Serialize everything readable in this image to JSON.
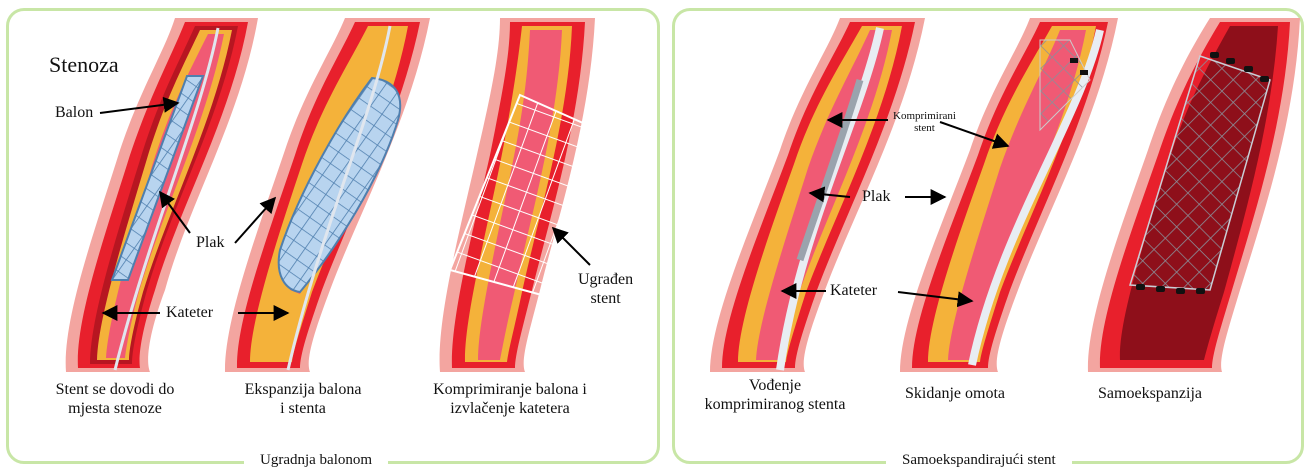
{
  "left_panel": {
    "caption": "Ugradnja balonom",
    "title": "Stenoza",
    "labels": {
      "balon": "Balon",
      "plak": "Plak",
      "kateter": "Kateter",
      "ugraden_line1": "Ugrađen",
      "ugraden_line2": "stent"
    },
    "steps": [
      {
        "line1": "Stent se dovodi do",
        "line2": "mjesta stenoze"
      },
      {
        "line1": "Ekspanzija balona",
        "line2": "i stenta"
      },
      {
        "line1": "Komprimiranje balona i",
        "line2": "izvlačenje katetera"
      }
    ]
  },
  "right_panel": {
    "caption": "Samoekspandirajući stent",
    "labels": {
      "komprimirani_line1": "Komprimirani",
      "komprimirani_line2": "stent",
      "plak": "Plak",
      "kateter": "Kateter"
    },
    "steps": [
      {
        "line1": "Vođenje",
        "line2": "komprimiranog stenta"
      },
      {
        "line1": "Skidanje omota",
        "line2": ""
      },
      {
        "line1": "Samoekspanzija",
        "line2": ""
      }
    ]
  },
  "colors": {
    "frame_green": "#c8e6a6",
    "vessel_outer": "#f3a5a0",
    "vessel_wall": "#e8202c",
    "vessel_dark": "#8e0f1a",
    "plaque": "#f4b23a",
    "lumen": "#f05a74",
    "balloon": "#b8d4ef",
    "stent_wire": "#ffffff"
  }
}
